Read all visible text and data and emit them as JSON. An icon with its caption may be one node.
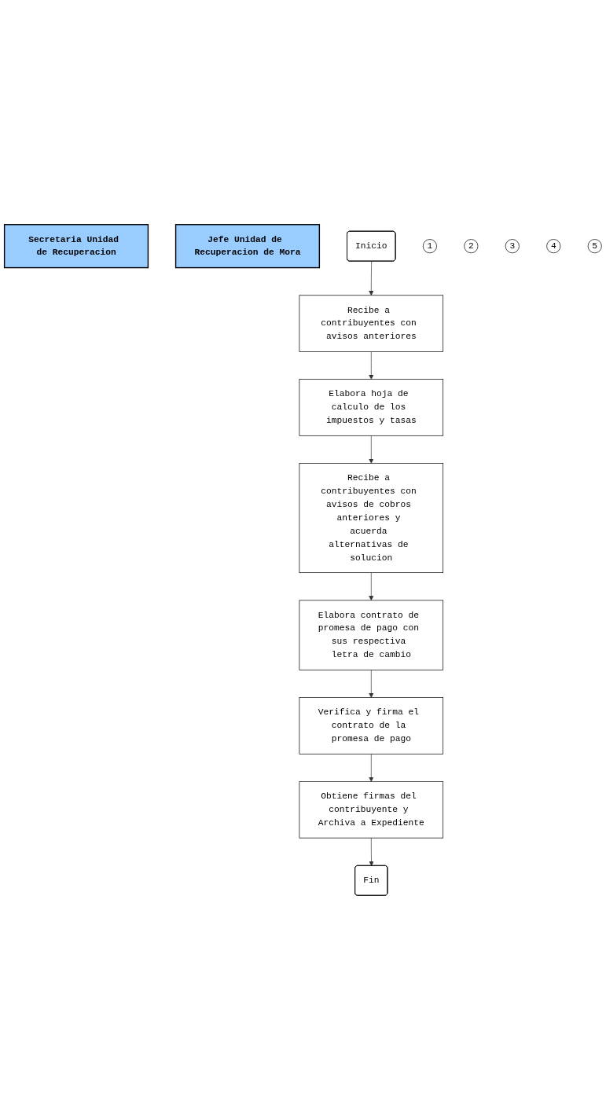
{
  "diagram": {
    "nodes": [
      {
        "text": [
          "Secretaria Unidad de Recuperacion"
        ]
      },
      {
        "text": [
          "Jefe Unidad de Recuperacion de Mora"
        ]
      },
      {
        "text": [
          "Inicio"
        ]
      },
      {
        "text": [
          "Recibe a contribuyentes con avisos anteriores"
        ]
      },
      {
        "text": [
          "1"
        ]
      },
      {
        "text": [
          "Recibe a contribuyentes con avisos de cobros anteriores y acuerda alternativas de solucion"
        ]
      },
      {
        "text": [
          "Elabora hoja de calculo de los impuestos y tasas"
        ]
      },
      {
        "text": [
          "2"
        ]
      },
      {
        "text": [
          "Elabora contrato de promesa de pago con sus respectiva letra de cambio"
        ]
      },
      {
        "text": [
          "3"
        ]
      },
      {
        "text": [
          "Verifica y firma el contrato de la promesa de pago"
        ]
      },
      {
        "text": [
          "4"
        ]
      },
      {
        "text": [
          "Obtiene firmas del contribuyente y Archiva a Expediente"
        ]
      },
      {
        "text": [
          "5"
        ]
      },
      {
        "text": [
          "Fin"
        ]
      }
    ],
    "edges": [
      {
        "from": 2,
        "to": 3,
        "arrow": "to"
      },
      {
        "from": 3,
        "to": 6,
        "arrow": "to"
      },
      {
        "from": 6,
        "to": 5,
        "arrow": "to"
      },
      {
        "from": 5,
        "to": 8,
        "arrow": "to"
      },
      {
        "from": 8,
        "to": 10,
        "arrow": "to"
      },
      {
        "from": 10,
        "to": 12,
        "arrow": "to"
      },
      {
        "from": 12,
        "to": 14,
        "arrow": "to"
      }
    ]
  }
}
